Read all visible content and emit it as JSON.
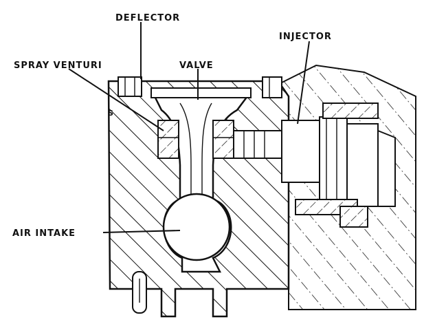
{
  "labels": {
    "deflector": "DEFLECTOR",
    "injector": "INJECTOR",
    "spray_venturi": "SPRAY VENTURI",
    "valve": "VALVE",
    "air_intake": "AIR INTAKE",
    "corner_mark": "S"
  }
}
